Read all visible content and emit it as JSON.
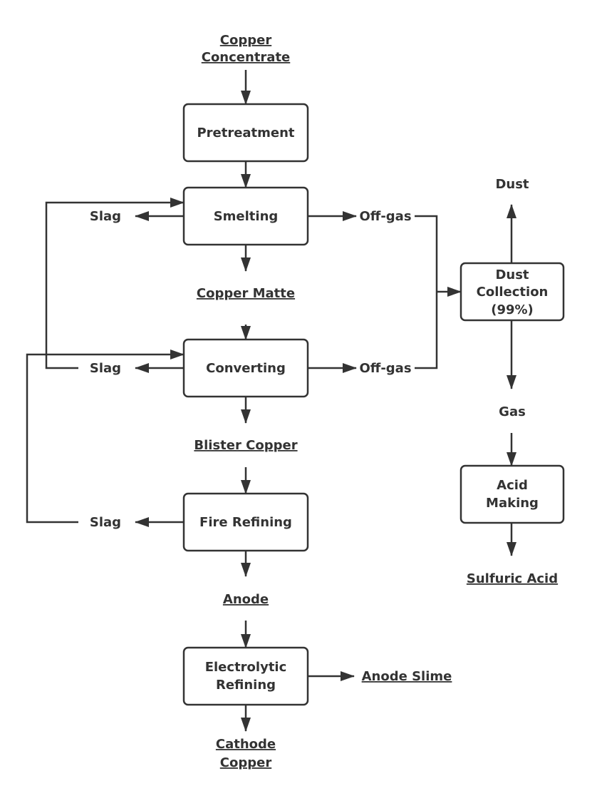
{
  "nodes": {
    "pretreatment": "Pretreatment",
    "smelting": "Smelting",
    "converting": "Converting",
    "fire_refining": "Fire Refining",
    "electrolytic_1": "Electrolytic",
    "electrolytic_2": "Refining",
    "dust_collection_1": "Dust",
    "dust_collection_2": "Collection",
    "dust_collection_3": "(99%)",
    "acid_making_1": "Acid",
    "acid_making_2": "Making"
  },
  "labels": {
    "copper_concentrate_1": "Copper",
    "copper_concentrate_2": "Concentrate",
    "copper_matte": "Copper Matte",
    "blister_copper": "Blister Copper",
    "anode": "Anode",
    "cathode_copper_1": "Cathode",
    "cathode_copper_2": "Copper",
    "anode_slime": "Anode Slime",
    "slag_1": "Slag",
    "slag_2": "Slag",
    "slag_3": "Slag",
    "offgas_1": "Off-gas",
    "offgas_2": "Off-gas",
    "dust": "Dust",
    "gas": "Gas",
    "sulfuric_acid": "Sulfuric Acid"
  },
  "colors": {
    "stroke": "#333333"
  }
}
